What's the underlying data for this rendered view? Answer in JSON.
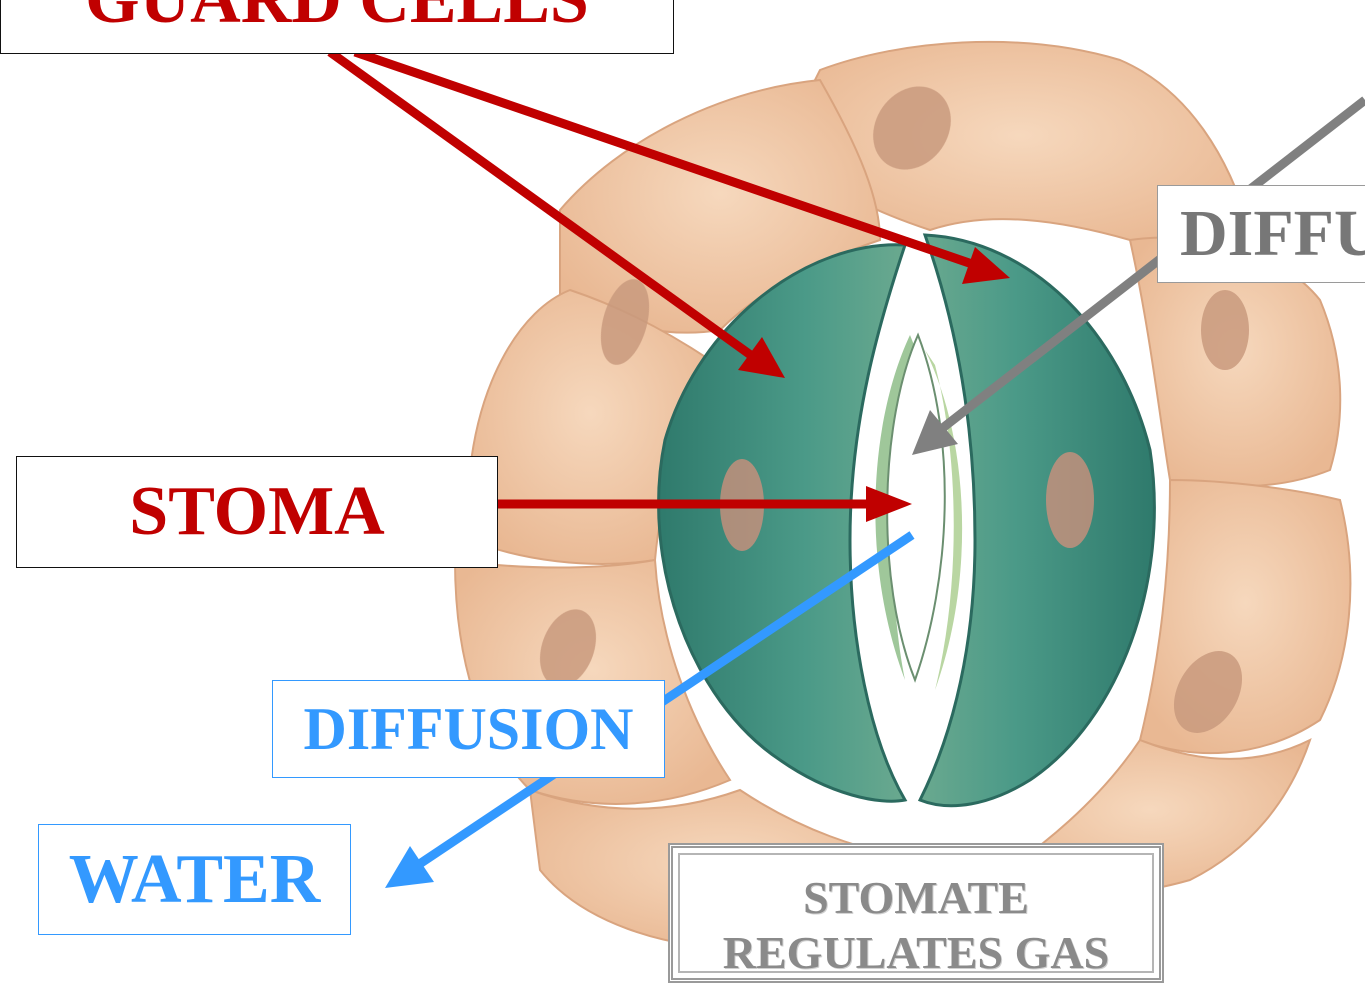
{
  "labels": {
    "guard_cells": "GUARD CELLS",
    "stoma": "STOMA",
    "diffusion_top": "DIFFU",
    "diffusion_bottom": "DIFFUSION",
    "water": "WATER",
    "stomate_line1": "STOMATE",
    "stomate_line2": "REGULATES GAS"
  },
  "colors": {
    "red_label": "#c00000",
    "blue_label": "#3399ff",
    "grey_label": "#808080",
    "epidermal_cell": "#f1c9a6",
    "guard_cell": "#3f8f7f",
    "pore": "#ffffff"
  }
}
